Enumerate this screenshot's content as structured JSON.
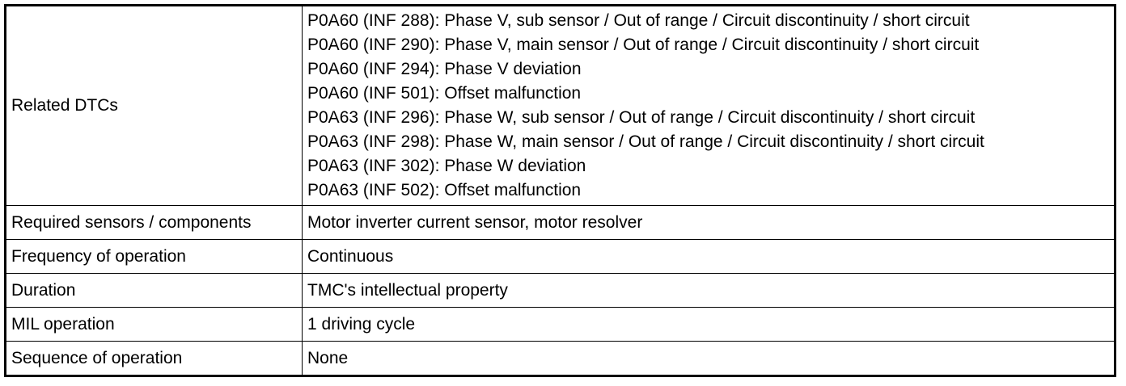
{
  "rows": {
    "related_dtcs": {
      "label": "Related DTCs",
      "values": [
        "P0A60 (INF 288): Phase V, sub sensor / Out of range / Circuit discontinuity / short circuit",
        "P0A60 (INF 290): Phase V, main sensor / Out of range / Circuit discontinuity / short circuit",
        "P0A60 (INF 294): Phase V deviation",
        "P0A60 (INF 501): Offset malfunction",
        "P0A63 (INF 296): Phase W, sub sensor / Out of range / Circuit discontinuity / short circuit",
        "P0A63 (INF 298): Phase W, main sensor / Out of range / Circuit discontinuity / short circuit",
        "P0A63 (INF 302): Phase W deviation",
        "P0A63 (INF 502): Offset malfunction"
      ]
    },
    "required_sensors": {
      "label": "Required sensors / components",
      "value": "Motor inverter current sensor, motor resolver"
    },
    "frequency": {
      "label": "Frequency of operation",
      "value": "Continuous"
    },
    "duration": {
      "label": "Duration",
      "value": "TMC's intellectual property"
    },
    "mil_operation": {
      "label": "MIL operation",
      "value": "1 driving cycle"
    },
    "sequence": {
      "label": "Sequence of operation",
      "value": "None"
    }
  }
}
